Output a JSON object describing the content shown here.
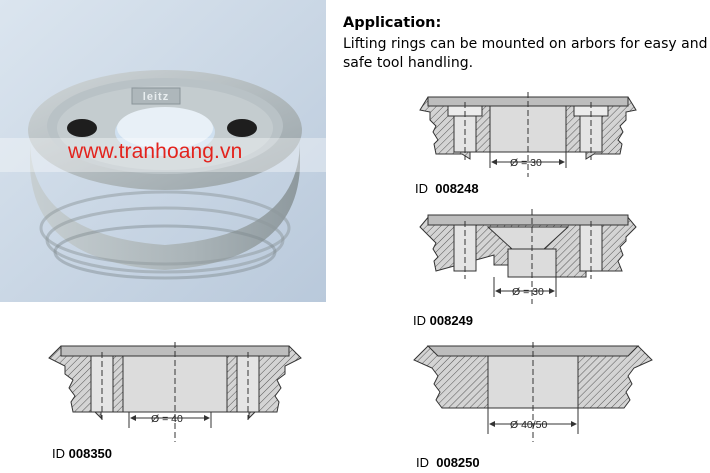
{
  "photo": {
    "watermark": "www.tranhoang.vn",
    "logo_text": "leitz",
    "colors": {
      "background": "#c9d7e6",
      "ring": "#b2bcc0"
    }
  },
  "application": {
    "title": "Application:",
    "text": "Lifting rings can be mounted on arbors for easy and safe tool handling."
  },
  "drawings": [
    {
      "id_prefix": "ID",
      "id_number": "008248",
      "dimension": "Ø = 30"
    },
    {
      "id_prefix": "ID",
      "id_number": "008249",
      "dimension": "Ø = 30"
    },
    {
      "id_prefix": "ID",
      "id_number": "008350",
      "dimension": "Ø = 40"
    },
    {
      "id_prefix": "ID",
      "id_number": "008250",
      "dimension": "Ø 40/50"
    }
  ],
  "colors": {
    "hatch_fill": "#d4d4d4",
    "hatch_line": "#555555",
    "outline": "#333333",
    "watermark": "#e3231d"
  }
}
